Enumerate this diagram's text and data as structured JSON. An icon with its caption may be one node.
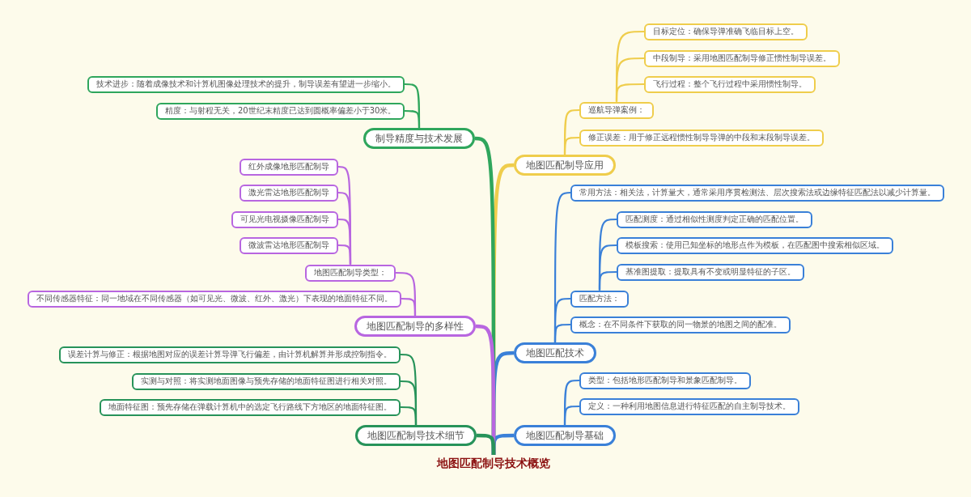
{
  "diagram": {
    "nodes": [
      {
        "text": [
          "地图匹配制导技术概览"
        ]
      },
      {
        "text": [
          "地图匹配制导应用"
        ]
      },
      {
        "text": [
          "巡航导弹案例："
        ]
      },
      {
        "text": [
          "目标定位：确保导弹准确飞临目标上空。"
        ]
      },
      {
        "text": [
          "中段制导：采用地图匹配制导修正惯性制导误差。"
        ]
      },
      {
        "text": [
          "飞行过程：整个飞行过程中采用惯性制导。"
        ]
      },
      {
        "text": [
          "修正误差：用于修正远程惯性制导导弹的中段和末段制导误差。"
        ]
      },
      {
        "text": [
          "地图匹配技术"
        ]
      },
      {
        "text": [
          "常用方法：相关法，计算量大，通常采用序贯检测法、层次搜索法或边缘特征匹配法以减少计算量。"
        ]
      },
      {
        "text": [
          "匹配方法："
        ]
      },
      {
        "text": [
          "匹配测度：通过相似性测度判定正确的匹配位置。"
        ]
      },
      {
        "text": [
          "模板搜索：使用已知坐标的地形点作为模板，在匹配图中搜索相似区域。"
        ]
      },
      {
        "text": [
          "基准图提取：提取具有不变或明显特征的子区。"
        ]
      },
      {
        "text": [
          "概念：在不同条件下获取的同一物景的地图之间的配准。"
        ]
      },
      {
        "text": [
          "地图匹配制导基础"
        ]
      },
      {
        "text": [
          "类型：包括地形匹配制导和景象匹配制导。"
        ]
      },
      {
        "text": [
          "定义：一种利用地图信息进行特征匹配的自主制导技术。"
        ]
      },
      {
        "text": [
          "制导精度与技术发展"
        ]
      },
      {
        "text": [
          "技术进步：随着成像技术和计算机图像处理技术的提升，制导误差有望进一步缩小。"
        ]
      },
      {
        "text": [
          "精度：与射程无关，20世纪末精度已达到圆概率偏差小于30米。"
        ]
      },
      {
        "text": [
          "地图匹配制导的多样性"
        ]
      },
      {
        "text": [
          "地图匹配制导类型："
        ]
      },
      {
        "text": [
          "红外成像地形匹配制导"
        ]
      },
      {
        "text": [
          "激光雷达地形匹配制导"
        ]
      },
      {
        "text": [
          "可见光电视摄像匹配制导"
        ]
      },
      {
        "text": [
          "微波雷达地形匹配制导"
        ]
      },
      {
        "text": [
          "不同传感器特征：同一地域在不同传感器（如可见光、微波、红外、激光）下表现的地面特征不同。"
        ]
      },
      {
        "text": [
          "地图匹配制导技术细节"
        ]
      },
      {
        "text": [
          "误差计算与修正：根据地图对应的误差计算导弹飞行偏差，由计算机解算并形成控制指令。"
        ]
      },
      {
        "text": [
          "实测与对照：将实测地面图像与预先存储的地面特征图进行相关对照。"
        ]
      },
      {
        "text": [
          "地面特征图：预先存储在弹载计算机中的选定飞行路线下方地区的地面特征图。"
        ]
      }
    ],
    "edges": [
      {
        "from": 0,
        "to": 1,
        "arrow": "none",
        "style": "thick",
        "color": "#efcd4c"
      },
      {
        "from": 1,
        "to": 2,
        "arrow": "none",
        "color": "#efcd4c"
      },
      {
        "from": 2,
        "to": 3,
        "arrow": "none",
        "color": "#efcd4c"
      },
      {
        "from": 2,
        "to": 4,
        "arrow": "none",
        "color": "#efcd4c"
      },
      {
        "from": 2,
        "to": 5,
        "arrow": "none",
        "color": "#efcd4c"
      },
      {
        "from": 1,
        "to": 6,
        "arrow": "none",
        "color": "#efcd4c"
      },
      {
        "from": 0,
        "to": 7,
        "arrow": "none",
        "style": "thick"
      },
      {
        "from": 7,
        "to": 8,
        "arrow": "none"
      },
      {
        "from": 7,
        "to": 9,
        "arrow": "none"
      },
      {
        "from": 9,
        "to": 10,
        "arrow": "none"
      },
      {
        "from": 9,
        "to": 11,
        "arrow": "none"
      },
      {
        "from": 9,
        "to": 12,
        "arrow": "none"
      },
      {
        "from": 7,
        "to": 13,
        "arrow": "none"
      },
      {
        "from": 0,
        "to": 14,
        "arrow": "none",
        "style": "thick"
      },
      {
        "from": 14,
        "to": 15,
        "arrow": "none"
      },
      {
        "from": 14,
        "to": 16,
        "arrow": "none"
      },
      {
        "from": 0,
        "to": 17,
        "arrow": "none",
        "style": "thick",
        "color": "#2fa65c"
      },
      {
        "from": 17,
        "to": 18,
        "arrow": "none",
        "color": "#2fa65c"
      },
      {
        "from": 17,
        "to": 19,
        "arrow": "none",
        "color": "#2fa65c"
      },
      {
        "from": 0,
        "to": 20,
        "arrow": "none",
        "style": "thick",
        "color": "#b866e0"
      },
      {
        "from": 20,
        "to": 21,
        "arrow": "none",
        "color": "#b866e0"
      },
      {
        "from": 21,
        "to": 22,
        "arrow": "none",
        "color": "#b866e0"
      },
      {
        "from": 21,
        "to": 23,
        "arrow": "none",
        "color": "#b866e0"
      },
      {
        "from": 21,
        "to": 24,
        "arrow": "none",
        "color": "#b866e0"
      },
      {
        "from": 21,
        "to": 25,
        "arrow": "none",
        "color": "#b866e0"
      },
      {
        "from": 20,
        "to": 26,
        "arrow": "none",
        "color": "#b866e0"
      },
      {
        "from": 0,
        "to": 27,
        "arrow": "none",
        "style": "thick",
        "color": "#27935a"
      },
      {
        "from": 27,
        "to": 28,
        "arrow": "none",
        "color": "#27935a"
      },
      {
        "from": 27,
        "to": 29,
        "arrow": "none",
        "color": "#27935a"
      },
      {
        "from": 27,
        "to": 30,
        "arrow": "none",
        "color": "#27935a"
      }
    ]
  }
}
